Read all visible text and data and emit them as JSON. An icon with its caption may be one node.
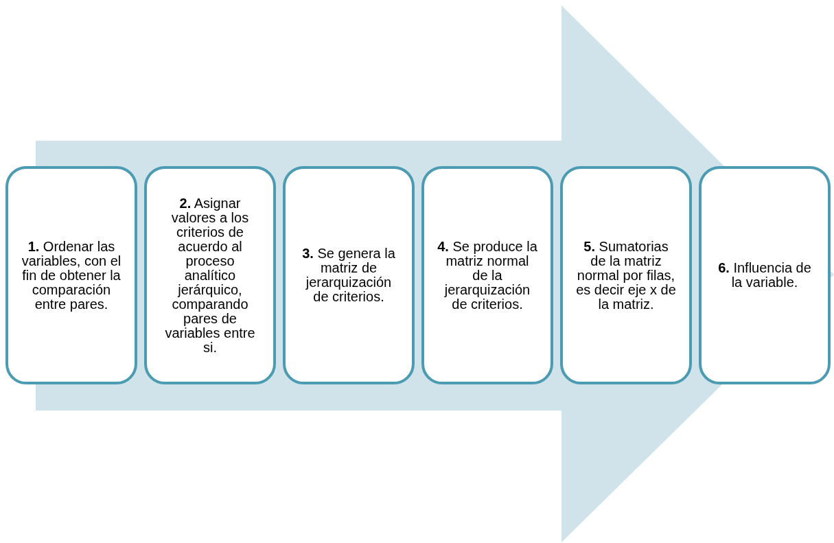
{
  "diagram": {
    "nodes": [
      {
        "text": [
          "**1.** Ordenar las variables, con el fin de obtener la comparación entre pares."
        ]
      },
      {
        "text": [
          "**2.** Asignar valores a los criterios de acuerdo al proceso analítico jerárquico, comparando pares de variables entre si."
        ]
      },
      {
        "text": [
          "**3.** Se genera la matriz de jerarquización de criterios."
        ]
      },
      {
        "text": [
          "**4.** Se produce la matriz normal de la jerarquización de criterios."
        ]
      },
      {
        "text": [
          "**5.** Sumatorias de la matriz normal por filas, es decir eje x de la matriz."
        ]
      },
      {
        "text": [
          "**6.** Influencia de la variable."
        ]
      }
    ],
    "edges": [
      {
        "from": 0,
        "to": 5,
        "arrow": "to"
      }
    ]
  }
}
